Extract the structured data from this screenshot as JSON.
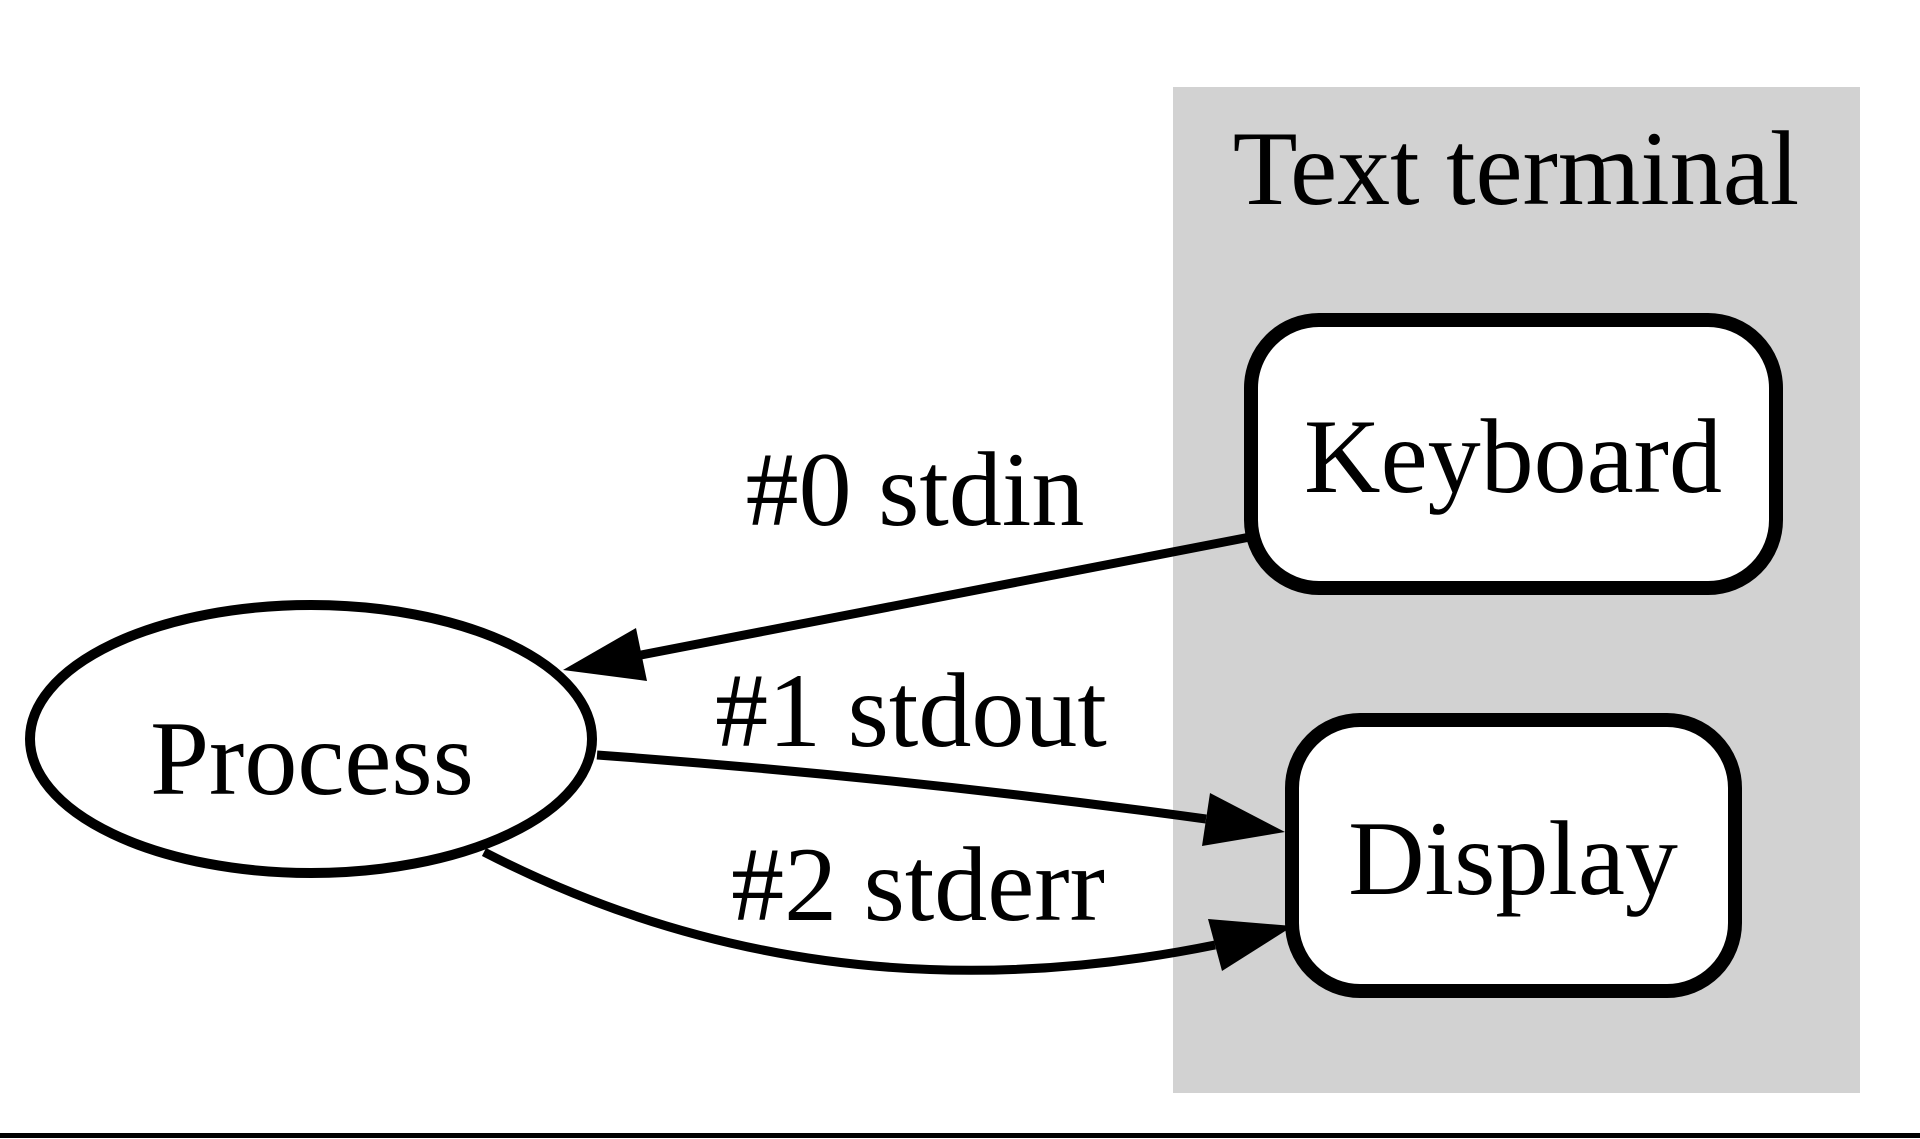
{
  "terminal": {
    "label": "Text terminal"
  },
  "nodes": {
    "process": {
      "label": "Process"
    },
    "keyboard": {
      "label": "Keyboard"
    },
    "display": {
      "label": "Display"
    }
  },
  "edges": {
    "stdin": {
      "label": "#0 stdin",
      "from": "Keyboard",
      "to": "Process"
    },
    "stdout": {
      "label": "#1 stdout",
      "from": "Process",
      "to": "Display"
    },
    "stderr": {
      "label": "#2 stderr",
      "from": "Process",
      "to": "Display"
    }
  },
  "colors": {
    "terminal_bg": "#d2d2d2",
    "node_fill": "#ffffff",
    "line": "#000000",
    "text": "#000000"
  }
}
